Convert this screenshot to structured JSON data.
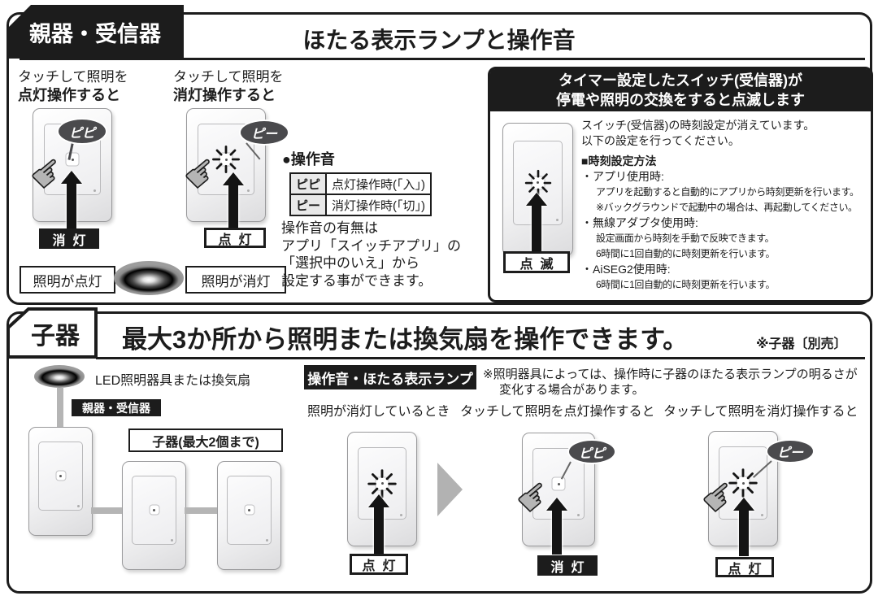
{
  "colors": {
    "ink": "#1c1c1c",
    "bubble_gray": "#4a4a4d",
    "connector_gray": "#b5b5b5"
  },
  "panel1": {
    "tab": "親器・受信器",
    "title": "ほたる表示ランプと操作音",
    "on_group": {
      "cap1": "タッチして照明を",
      "cap2": "点灯操作すると",
      "bubble": "ピピ",
      "lamp_label": "消灯"
    },
    "off_group": {
      "cap1": "タッチして照明を",
      "cap2": "消灯操作すると",
      "bubble": "ピー",
      "lamp_label": "点灯"
    },
    "result_on": "照明が点灯",
    "result_off": "照明が消灯",
    "sound": {
      "heading": "●操作音",
      "table": [
        {
          "sound": "ピピ",
          "desc": "点灯操作時(「入」)"
        },
        {
          "sound": "ピー",
          "desc": "消灯操作時(「切」)"
        }
      ],
      "note": [
        "操作音の有無は",
        "アプリ「スイッチアプリ」の",
        "「選択中のいえ」から",
        "設定する事ができます。"
      ]
    },
    "timer": {
      "header": [
        "タイマー設定したスイッチ(受信器)が",
        "停電や照明の交換をすると点滅します"
      ],
      "lamp_label": "点滅",
      "body": [
        "スイッチ(受信器)の時刻設定が消えています。",
        "以下の設定を行ってください。",
        "■時刻設定方法",
        "・アプリ使用時:",
        "アプリを起動すると自動的にアプリから時刻更新を行います。",
        "※バックグラウンドで起動中の場合は、再起動してください。",
        "・無線アダプタ使用時:",
        "設定画面から時刻を手動で反映できます。",
        "6時間に1回自動的に時刻更新を行います。",
        "・AiSEG2使用時:",
        "6時間に1回自動的に時刻更新を行います。"
      ]
    }
  },
  "panel2": {
    "tab": "子器",
    "title": "最大3か所から照明または換気扇を操作できます。",
    "title_note": "※子器〔別売〕",
    "diagram": {
      "light_label": "LED照明器具または換気扇",
      "parent_label": "親器・受信器",
      "child_label": "子器(最大2個まで)"
    },
    "ops": {
      "heading": "操作音・ほたる表示ランプ",
      "note": [
        "※照明器具によっては、操作時に子器のほたる表示ランプの明るさが",
        "変化する場合があります。"
      ],
      "steps": [
        {
          "caption": "照明が消灯しているとき",
          "lamp_label": "点灯"
        },
        {
          "caption": "タッチして照明を点灯操作すると",
          "bubble": "ピピ",
          "lamp_label": "消灯"
        },
        {
          "caption": "タッチして照明を消灯操作すると",
          "bubble": "ピー",
          "lamp_label": "点灯"
        }
      ]
    }
  }
}
